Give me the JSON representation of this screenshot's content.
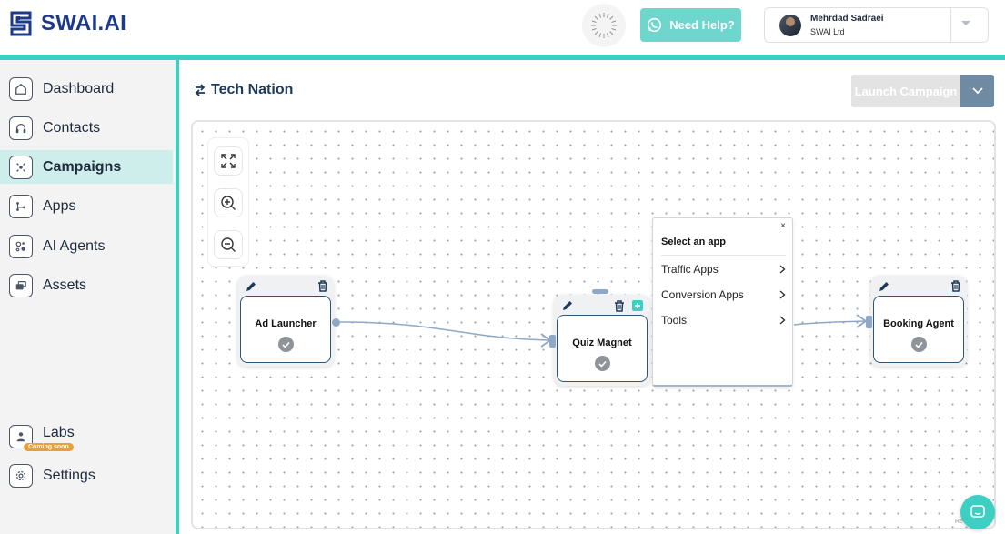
{
  "brand": {
    "name": "SWAI.AI",
    "color": "#1d3a8a",
    "accent": "#3ccfc2"
  },
  "header": {
    "help_label": "Need Help?",
    "user": {
      "name": "Mehrdad Sadraei",
      "org": "SWAI Ltd"
    }
  },
  "sidebar": {
    "items": [
      {
        "label": "Dashboard",
        "icon": "home-icon"
      },
      {
        "label": "Contacts",
        "icon": "headset-icon"
      },
      {
        "label": "Campaigns",
        "icon": "campaign-icon",
        "active": true
      },
      {
        "label": "Apps",
        "icon": "apps-icon"
      },
      {
        "label": "AI Agents",
        "icon": "ai-agents-icon"
      },
      {
        "label": "Assets",
        "icon": "assets-icon"
      }
    ],
    "bottom": [
      {
        "label": "Labs",
        "icon": "labs-icon",
        "badge": "Coming soon"
      },
      {
        "label": "Settings",
        "icon": "gear-icon"
      }
    ]
  },
  "main": {
    "title": "Tech Nation",
    "launch_label": "Launch Campaign"
  },
  "flow": {
    "nodes": [
      {
        "title": "Ad Launcher"
      },
      {
        "title": "Quiz Magnet"
      },
      {
        "title": "Booking Agent"
      }
    ],
    "popup": {
      "close": "×",
      "title": "Select an app",
      "items": [
        "Traffic Apps",
        "Conversion Apps",
        "Tools"
      ]
    }
  },
  "footer": {
    "fragment": "Re"
  }
}
